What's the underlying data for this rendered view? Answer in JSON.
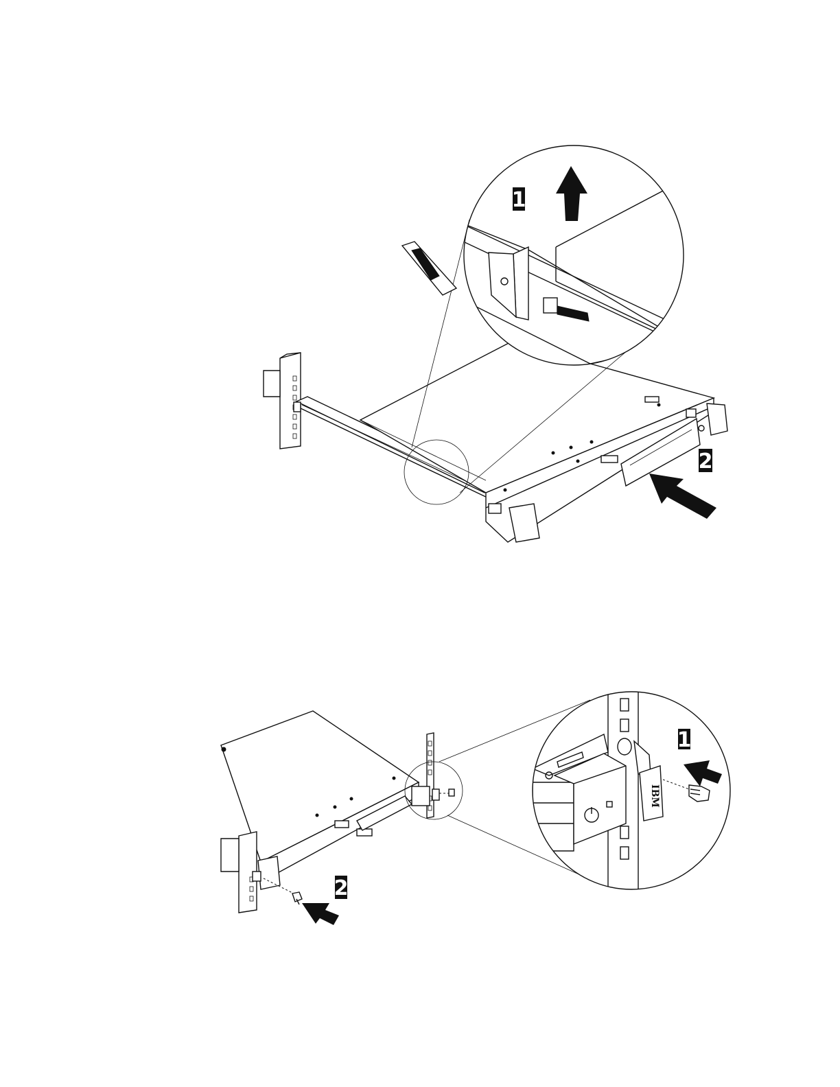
{
  "callouts": {
    "top_step1": "1",
    "top_step2": "2",
    "bottom_step1": "1",
    "bottom_step2": "2"
  },
  "logo": {
    "brand": "IBM"
  },
  "arrows": {
    "top_step1_direction": "up",
    "top_step2_direction": "up-left",
    "bottom_step1_direction": "left",
    "bottom_step2_direction": "left"
  }
}
